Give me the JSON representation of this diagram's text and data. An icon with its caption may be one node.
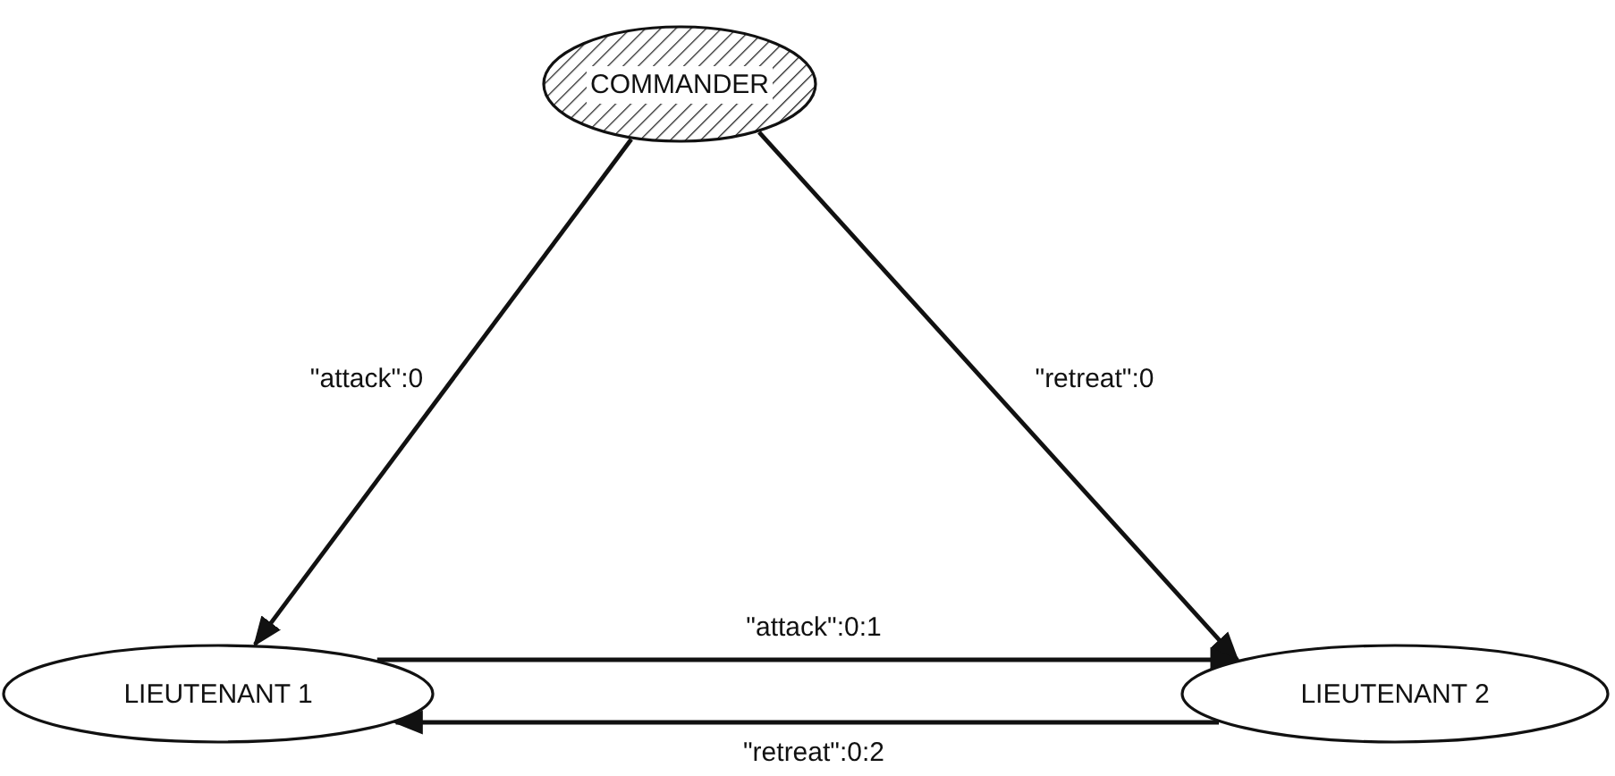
{
  "diagram": {
    "nodes": [
      {
        "text": [
          "COMMANDER"
        ]
      },
      {
        "text": [
          "LIEUTENANT 1"
        ]
      },
      {
        "text": [
          "LIEUTENANT 2"
        ]
      }
    ],
    "edges": [
      {
        "from": 0,
        "to": 1,
        "arrow": "to",
        "label": "\"attack\":0"
      },
      {
        "from": 0,
        "to": 2,
        "arrow": "to",
        "label": "\"retreat\":0"
      },
      {
        "from": 1,
        "to": 2,
        "arrow": "to",
        "label": "\"attack\":0:1"
      },
      {
        "from": 2,
        "to": 1,
        "arrow": "to",
        "label": "\"retreat\":0:2"
      }
    ]
  }
}
